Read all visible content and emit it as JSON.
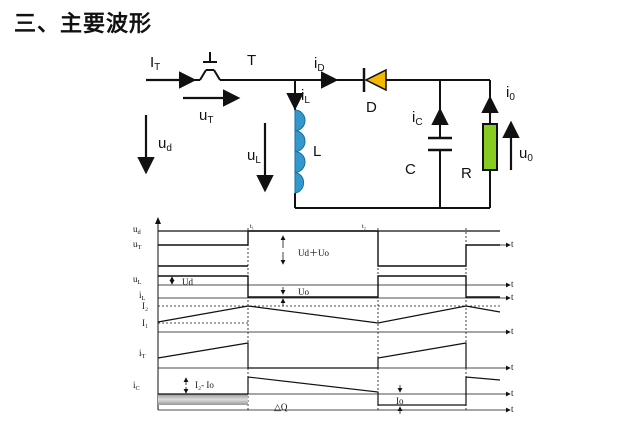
{
  "title": "三、主要波形",
  "circuit": {
    "labels": {
      "I_T": {
        "main": "I",
        "sub": "T"
      },
      "switch_T": "T",
      "u_T": {
        "main": "u",
        "sub": "T"
      },
      "u_d": {
        "main": "u",
        "sub": "d"
      },
      "i_L": {
        "main": "i",
        "sub": "L"
      },
      "u_L": {
        "main": "u",
        "sub": "L"
      },
      "inductor_L": "L",
      "i_D": {
        "main": "i",
        "sub": "D"
      },
      "diode_D": "D",
      "i_C": {
        "main": "i",
        "sub": "C"
      },
      "capacitor_C": "C",
      "resistor_R": "R",
      "i_0": {
        "main": "i",
        "sub": "0"
      },
      "u_0": {
        "main": "u",
        "sub": "0"
      }
    },
    "colors": {
      "wire": "#111111",
      "inductor": "#3399cc",
      "diode": "#f5b800",
      "resistor": "#88cc22"
    }
  },
  "waveforms": {
    "time_marks": {
      "t1": "t₁",
      "t2": "t₂",
      "t": "t"
    },
    "rows": [
      {
        "id": "ud",
        "label": "u",
        "sub": "d"
      },
      {
        "id": "uT",
        "label": "u",
        "sub": "T"
      },
      {
        "id": "uL",
        "label": "u",
        "sub": "L"
      },
      {
        "id": "iL",
        "label": "i",
        "sub": "L"
      },
      {
        "id": "iT",
        "label": "i",
        "sub": "T"
      },
      {
        "id": "iC",
        "label": "i",
        "sub": "C"
      }
    ],
    "levels": {
      "I2": "I₂",
      "I1": "I₁"
    },
    "annotations": {
      "ud_plus_uo": "Ud＋Uo",
      "ud": "Ud",
      "uo": "Uo",
      "i2_minus_io": "I₂- Io",
      "delta_q": "△Q",
      "io": "Io"
    }
  }
}
